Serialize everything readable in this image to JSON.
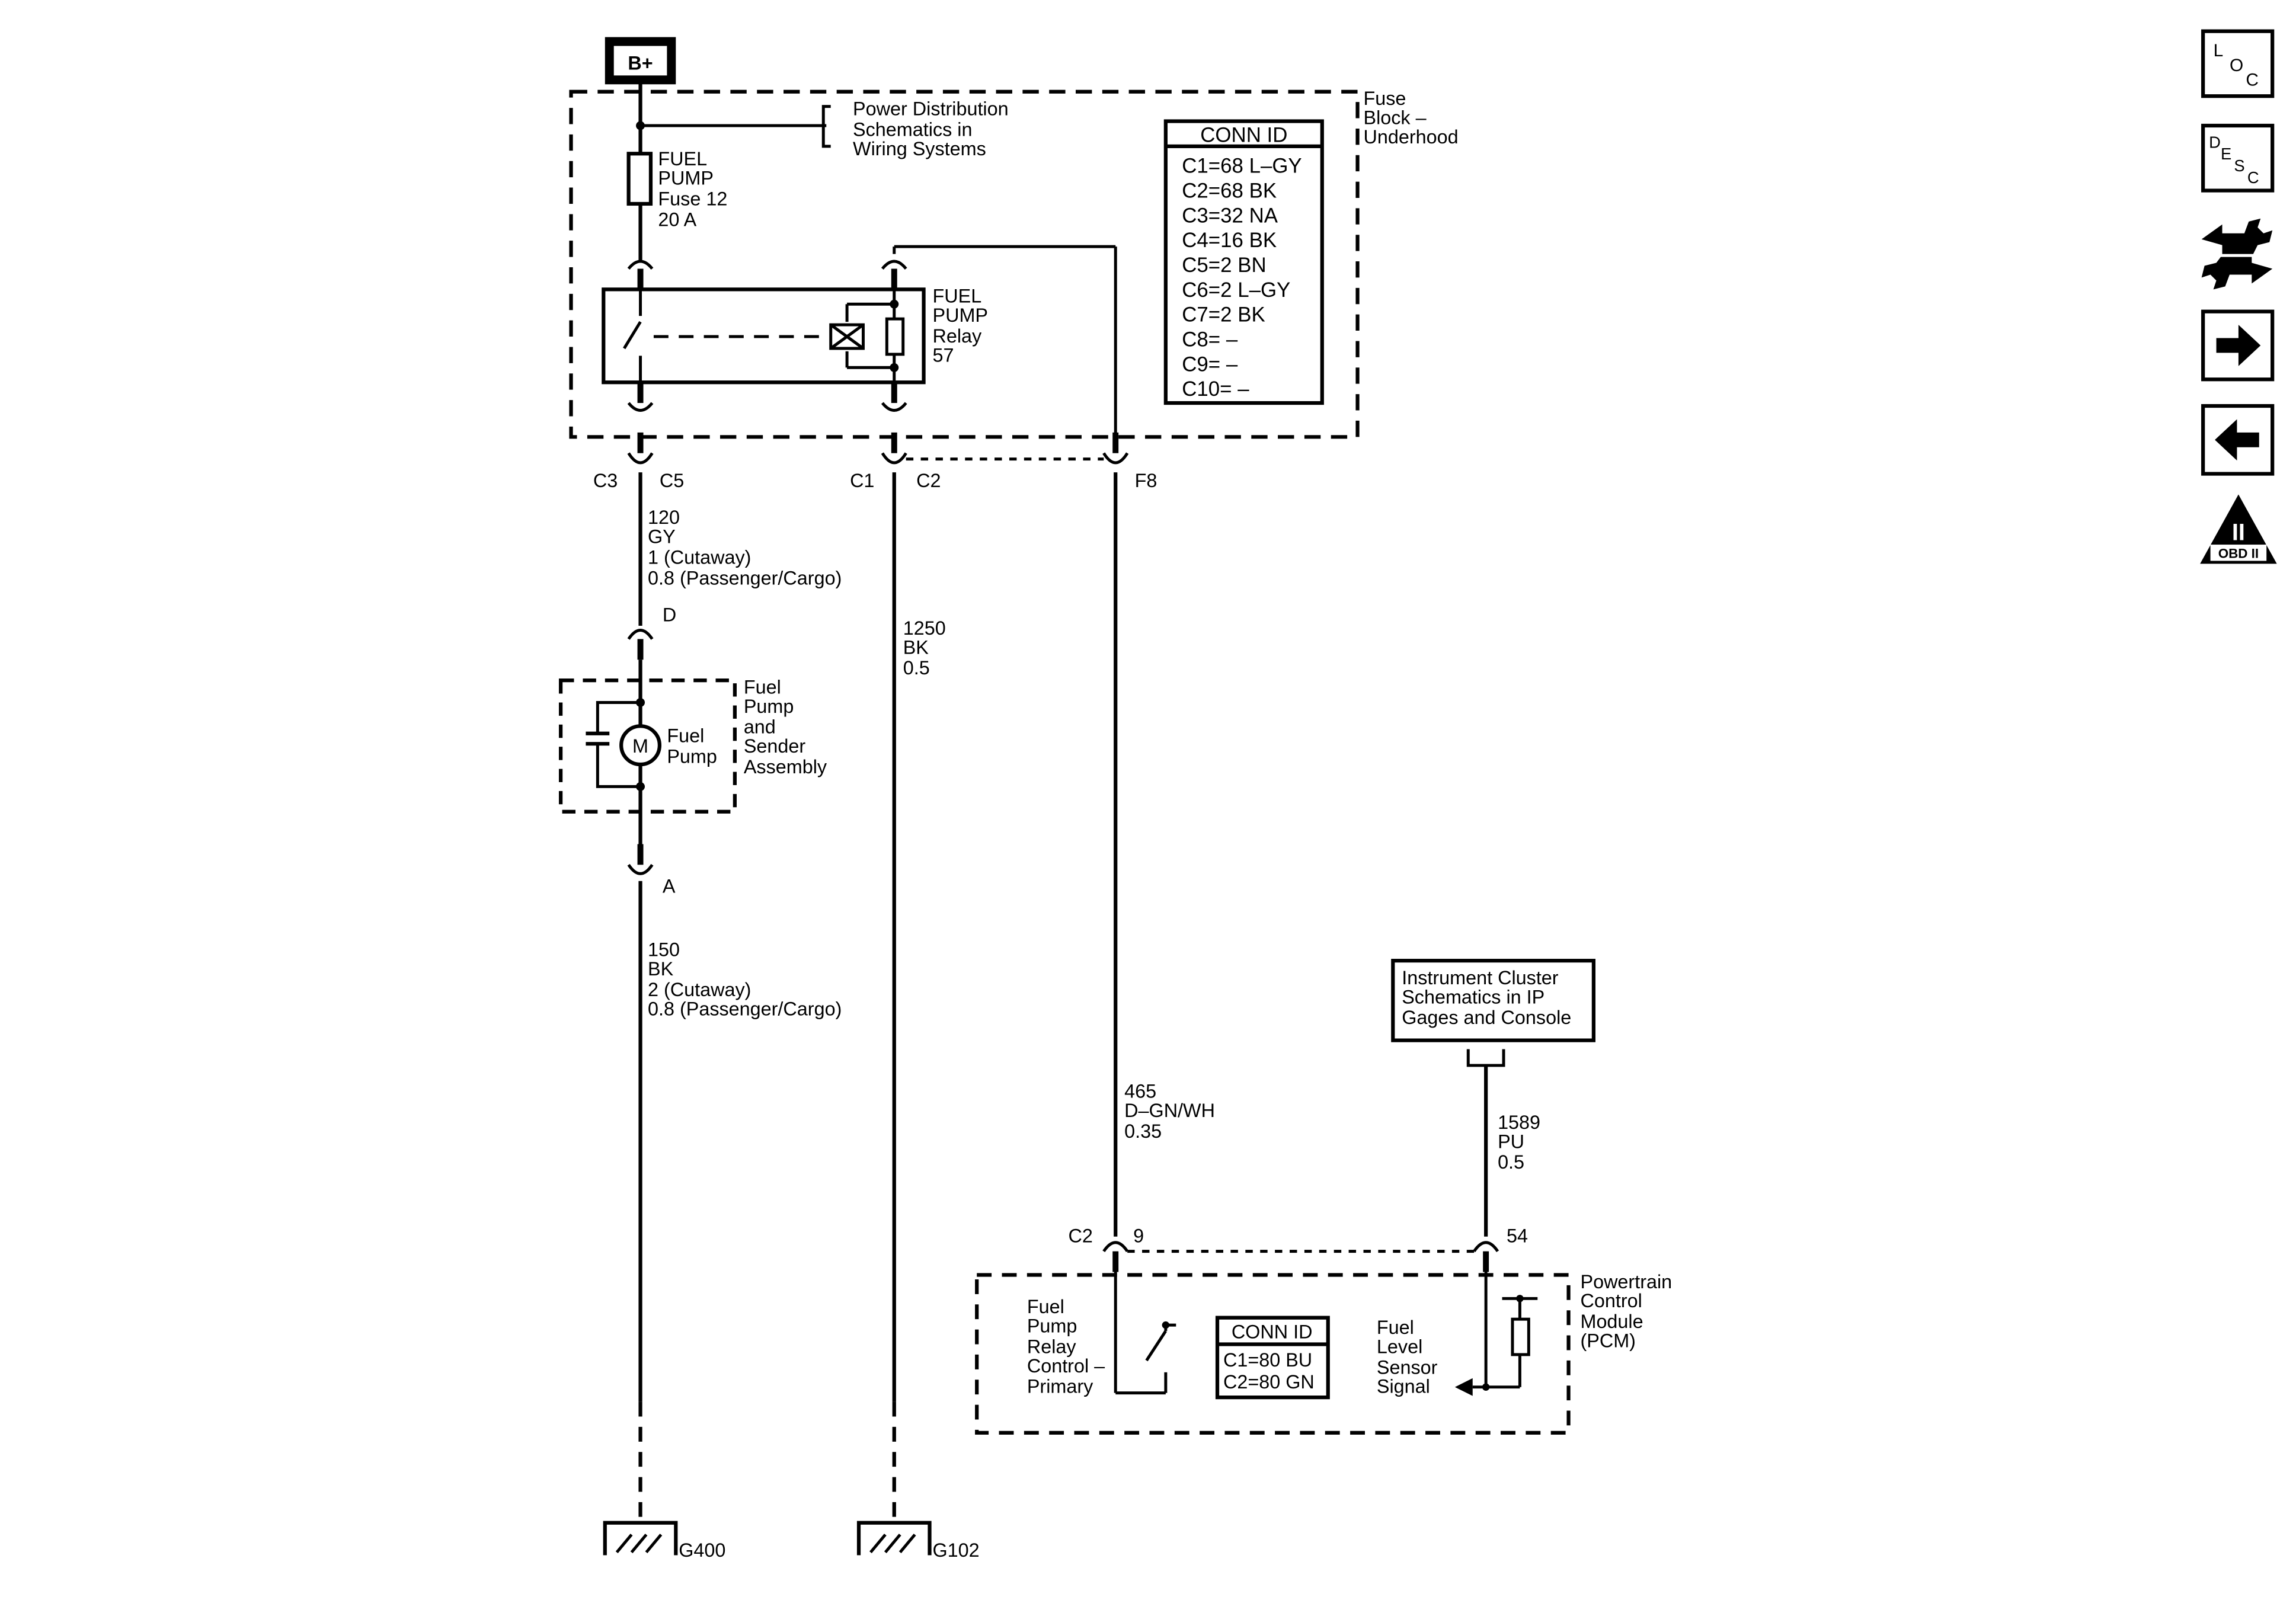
{
  "supply": {
    "label": "B+"
  },
  "fuse_block": {
    "name": [
      "Fuse",
      "Block –",
      "Underhood"
    ],
    "power_ref": [
      "Power Distribution",
      "Schematics in",
      "Wiring Systems"
    ],
    "fuse": [
      "FUEL",
      "PUMP",
      "Fuse 12",
      "20 A"
    ],
    "relay": [
      "FUEL",
      "PUMP",
      "Relay",
      "57"
    ],
    "conn_id": {
      "title": "CONN ID",
      "rows": [
        "C1=68 L–GY",
        "C2=68 BK",
        "C3=32 NA",
        "C4=16 BK",
        "C5=2 BN",
        "C6=2 L–GY",
        "C7=2 BK",
        "C8= –",
        "C9= –",
        "C10= –"
      ]
    }
  },
  "connectors": {
    "c3": "C3",
    "c5": "C5",
    "c1": "C1",
    "c2": "C2",
    "f8": "F8",
    "d": "D",
    "a": "A",
    "pcm_c2": "C2",
    "pcm_9": "9",
    "pcm_54": "54"
  },
  "wires": {
    "w120": [
      "120",
      "GY",
      "1 (Cutaway)",
      "0.8 (Passenger/Cargo)"
    ],
    "w150": [
      "150",
      "BK",
      "2 (Cutaway)",
      "0.8 (Passenger/Cargo)"
    ],
    "w1250": [
      "1250",
      "BK",
      "0.5"
    ],
    "w465": [
      "465",
      "D–GN/WH",
      "0.35"
    ],
    "w1589": [
      "1589",
      "PU",
      "0.5"
    ]
  },
  "fuel_pump_assembly": {
    "name": [
      "Fuel",
      "Pump",
      "and",
      "Sender",
      "Assembly"
    ],
    "motor_symbol": "M",
    "motor_label": [
      "Fuel",
      "Pump"
    ]
  },
  "grounds": {
    "g400": "G400",
    "g102": "G102"
  },
  "instrument_cluster": [
    "Instrument Cluster",
    "Schematics in IP",
    "Gages and Console"
  ],
  "pcm": {
    "name": [
      "Powertrain",
      "Control",
      "Module",
      "(PCM)"
    ],
    "relay_control": [
      "Fuel",
      "Pump",
      "Relay",
      "Control –",
      "Primary"
    ],
    "sensor_signal": [
      "Fuel",
      "Level",
      "Sensor",
      "Signal"
    ],
    "conn_id": {
      "title": "CONN ID",
      "rows": [
        "C1=80 BU",
        "C2=80 GN"
      ]
    }
  },
  "nav": {
    "loc": [
      "L",
      "O",
      "C"
    ],
    "desc": [
      "D",
      "E",
      "S",
      "C"
    ],
    "obd": [
      "II",
      "OBD II"
    ]
  }
}
